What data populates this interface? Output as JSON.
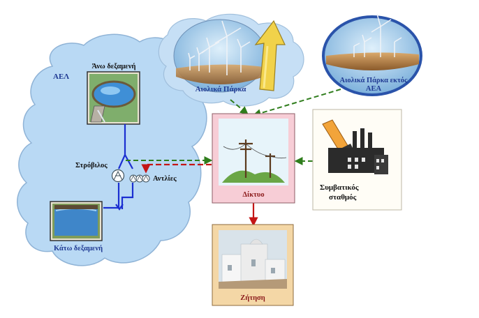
{
  "labels": {
    "ael": "ΑΕΛ",
    "upper_reservoir": "Άνω δεξαμενή",
    "lower_reservoir": "Κάτω δεξαμενή",
    "turbine": "Στρόβιλος",
    "pumps": "Αντλίες",
    "wind_parks": "Αιολικά Πάρκα",
    "wind_parks_outside_line1": "Αιολικά Πάρκα εκτός",
    "wind_parks_outside_line2": "ΑΕΑ",
    "grid": "Δίκτυο",
    "conventional_line1": "Συμβατικός",
    "conventional_line2": "σταθμός",
    "demand": "Ζήτηση"
  },
  "colors": {
    "cloud": "#b9d9f4",
    "cloud_stroke": "#8fb3d6",
    "grid_box": "#f7cdd6",
    "demand_box": "#f4d7a6",
    "blue_label": "#1f3a93",
    "red_label": "#8b1a1a",
    "pipe": "#1b2fd1",
    "green_arrow": "#2f7d1c",
    "red_arrow": "#c41616"
  },
  "icons": {
    "upper_reservoir": "water-reservoir-icon",
    "lower_reservoir": "water-reservoir-icon",
    "turbine": "turbine-icon",
    "pumps": "pump-icon",
    "wind_parks": "wind-turbine-icon",
    "grid": "power-pole-icon",
    "conventional": "factory-icon",
    "demand": "town-icon"
  }
}
